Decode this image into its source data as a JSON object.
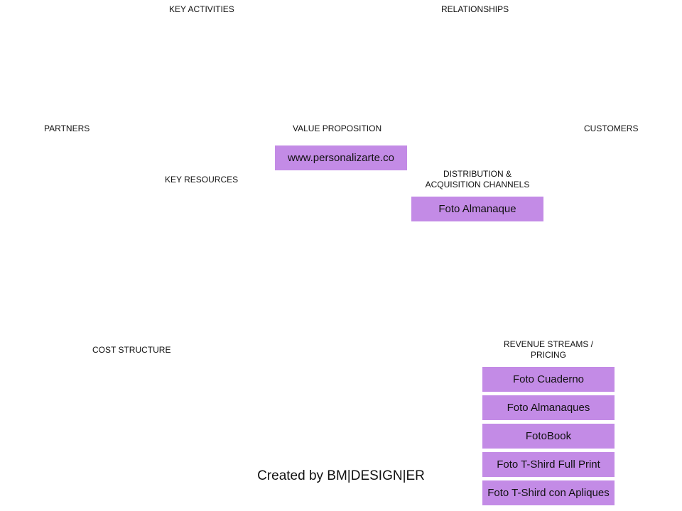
{
  "sections": {
    "key_activities": "KEY ACTIVITIES",
    "relationships": "RELATIONSHIPS",
    "partners": "PARTNERS",
    "value_proposition": "VALUE PROPOSITION",
    "customers": "CUSTOMERS",
    "key_resources": "KEY RESOURCES",
    "channels_line1": "DISTRIBUTION  &",
    "channels_line2": "ACQUISITION  CHANNELS",
    "cost_structure": "COST  STRUCTURE",
    "revenue_line1": "REVENUE STREAMS  /",
    "revenue_line2": "PRICING"
  },
  "value_proposition_card": "www.personalizarte.co",
  "channels_card": "Foto Almanaque",
  "revenue_cards": [
    "Foto Cuaderno",
    "Foto Almanaques",
    "FotoBook",
    "Foto T-Shird Full Print",
    "Foto T-Shird con Apliques"
  ],
  "credit": "Created by BM|DESIGN|ER",
  "colors": {
    "card_fill": "#c38be6",
    "text": "#111111",
    "background": "#ffffff"
  }
}
